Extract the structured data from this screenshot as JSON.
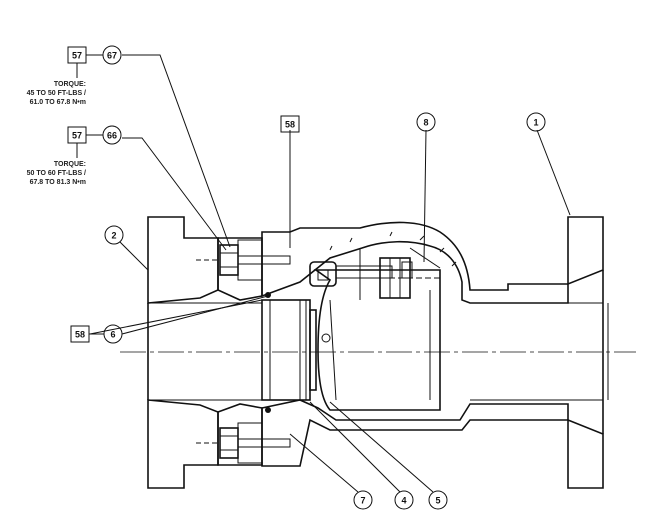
{
  "callouts": {
    "box_57_top": "57",
    "balloon_67": "67",
    "torque_top": [
      "TORQUE:",
      "45 TO 50 FT-LBS /",
      "61.0 TO 67.8 N•m"
    ],
    "box_57_mid": "57",
    "balloon_66": "66",
    "torque_mid": [
      "TORQUE:",
      "50 TO 60 FT-LBS /",
      "67.8 TO 81.3 N•m"
    ],
    "box_58_top": "58",
    "balloon_8": "8",
    "balloon_1": "1",
    "balloon_2": "2",
    "box_58_left": "58",
    "balloon_6": "6",
    "balloon_7": "7",
    "balloon_4": "4",
    "balloon_5": "5"
  }
}
